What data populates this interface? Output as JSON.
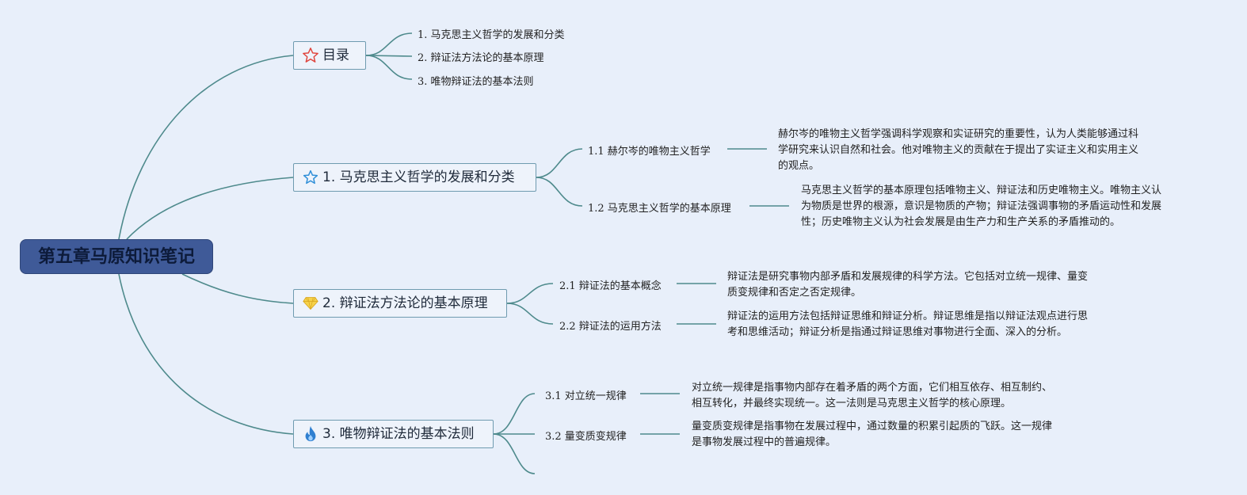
{
  "root": {
    "title": "第五章马原知识笔记"
  },
  "toc": {
    "title": "目录",
    "items": [
      "1. 马克思主义哲学的发展和分类",
      "2. 辩证法方法论的基本原理",
      "3. 唯物辩证法的基本法则"
    ]
  },
  "section1": {
    "title": "1. 马克思主义哲学的发展和分类",
    "subs": [
      {
        "label": "1.1 赫尔岑的唯物主义哲学",
        "desc": [
          "赫尔岑的唯物主义哲学强调科学观察和实证研究的重要性，认为人类能够通过科",
          "学研究来认识自然和社会。他对唯物主义的贡献在于提出了实证主义和实用主义",
          "的观点。"
        ]
      },
      {
        "label": "1.2 马克思主义哲学的基本原理",
        "desc": [
          "马克思主义哲学的基本原理包括唯物主义、辩证法和历史唯物主义。唯物主义认",
          "为物质是世界的根源，意识是物质的产物；辩证法强调事物的矛盾运动性和发展",
          "性；历史唯物主义认为社会发展是由生产力和生产关系的矛盾推动的。"
        ]
      }
    ]
  },
  "section2": {
    "title": "2. 辩证法方法论的基本原理",
    "subs": [
      {
        "label": "2.1 辩证法的基本概念",
        "desc": [
          "辩证法是研究事物内部矛盾和发展规律的科学方法。它包括对立统一规律、量变",
          "质变规律和否定之否定规律。"
        ]
      },
      {
        "label": "2.2 辩证法的运用方法",
        "desc": [
          "辩证法的运用方法包括辩证思维和辩证分析。辩证思维是指以辩证法观点进行思",
          "考和思维活动；辩证分析是指通过辩证思维对事物进行全面、深入的分析。"
        ]
      }
    ]
  },
  "section3": {
    "title": "3. 唯物辩证法的基本法则",
    "subs": [
      {
        "label": "3.1 对立统一规律",
        "desc": [
          "对立统一规律是指事物内部存在着矛盾的两个方面，它们相互依存、相互制约、",
          "相互转化，并最终实现统一。这一法则是马克思主义哲学的核心原理。"
        ]
      },
      {
        "label": "3.2 量变质变规律",
        "desc": [
          "量变质变规律是指事物在发展过程中，通过数量的积累引起质的飞跃。这一规律",
          "是事物发展过程中的普遍规律。"
        ]
      }
    ]
  },
  "colors": {
    "line": "#4e8a8c",
    "root_bg": "#3f5a98",
    "background": "#e8effa"
  },
  "icons": {
    "toc": "star-outline-red-icon",
    "section1": "star-outline-blue-icon",
    "section2": "gem-icon",
    "section3": "flame-icon"
  }
}
